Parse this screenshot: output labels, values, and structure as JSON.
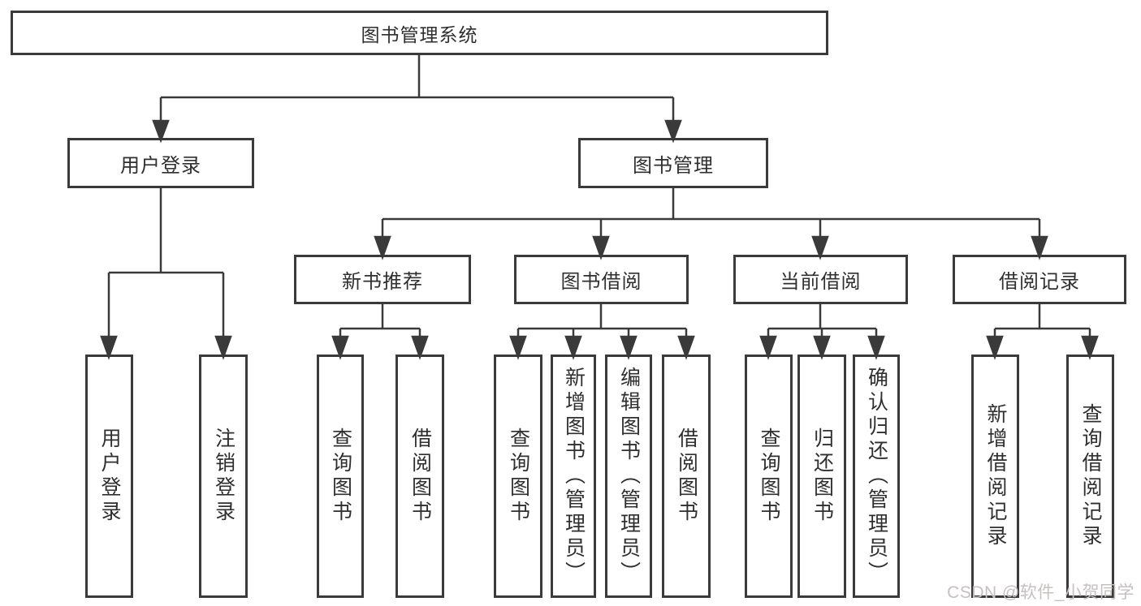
{
  "diagram": {
    "line_color": "#3a3a3a",
    "box_border_color": "#3a3a3a",
    "text_color": "#2f2f2f",
    "root": {
      "label": "图书管理系统"
    },
    "branches": [
      {
        "label": "用户登录",
        "children": [
          {
            "label": "用户登录"
          },
          {
            "label": "注销登录"
          }
        ]
      },
      {
        "label": "图书管理",
        "children": [
          {
            "label": "新书推荐",
            "children": [
              {
                "label": "查询图书"
              },
              {
                "label": "借阅图书"
              }
            ]
          },
          {
            "label": "图书借阅",
            "children": [
              {
                "label": "查询图书"
              },
              {
                "label": "新增图书（管理员）"
              },
              {
                "label": "编辑图书（管理员）"
              },
              {
                "label": "借阅图书"
              }
            ]
          },
          {
            "label": "当前借阅",
            "children": [
              {
                "label": "查询图书"
              },
              {
                "label": "归还图书"
              },
              {
                "label": "确认归还（管理员）"
              }
            ]
          },
          {
            "label": "借阅记录",
            "children": [
              {
                "label": "新增借阅记录"
              },
              {
                "label": "查询借阅记录"
              }
            ]
          }
        ]
      }
    ]
  },
  "watermark": {
    "text": "CSDN @软件_小贺同学",
    "color": "#c6c0c0"
  }
}
